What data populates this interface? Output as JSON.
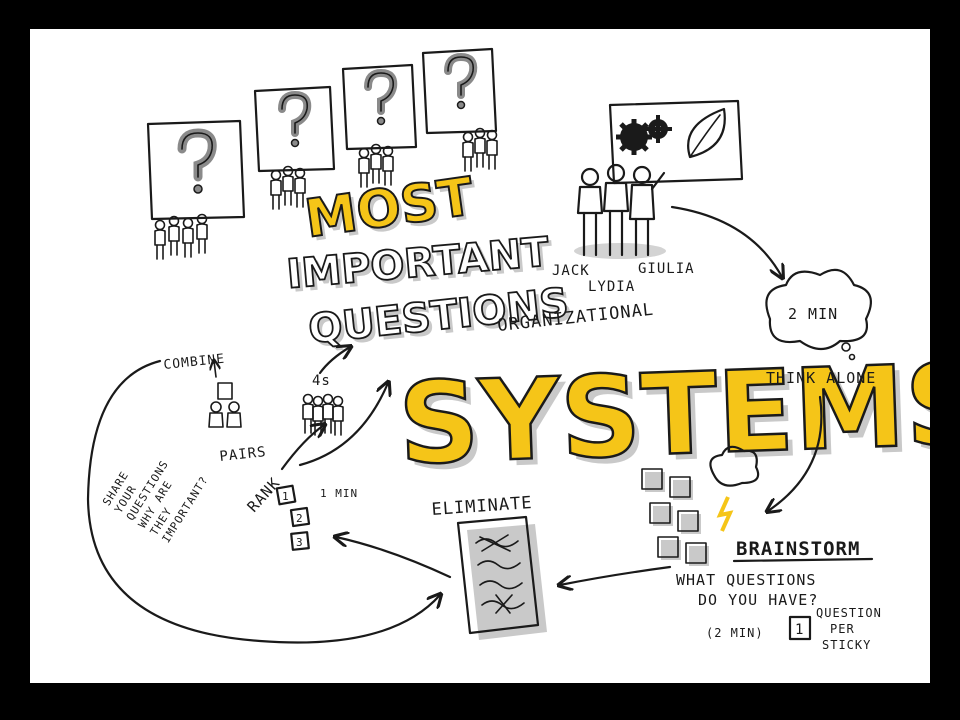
{
  "accent_color": "#f5c518",
  "title": {
    "sub": "ORGANIZATIONAL",
    "main": "SYSTEMS"
  },
  "headline": {
    "line1": "MOST",
    "line2": "IMPORTANT",
    "line3": "QUESTIONS"
  },
  "people": {
    "name1": "JACK",
    "name2": "LYDIA",
    "name3": "GIULIA"
  },
  "think": {
    "time": "2 MIN",
    "label": "THINK ALONE"
  },
  "brainstorm": {
    "title": "BRAINSTORM",
    "q_line1": "WHAT QUESTIONS",
    "q_line2": "DO YOU HAVE?",
    "time": "(2 MIN)",
    "count": "1",
    "per1": "QUESTION",
    "per2": "PER",
    "per3": "STICKY"
  },
  "eliminate": {
    "label": "ELIMINATE"
  },
  "rank": {
    "label": "RANK",
    "n1": "1",
    "n2": "2",
    "n3": "3",
    "time": "1 MIN"
  },
  "pairs": {
    "label": "PAIRS"
  },
  "combine": {
    "label": "COMBINE"
  },
  "fours": {
    "label": "4s"
  },
  "share": {
    "line1": "SHARE",
    "line2": "YOUR",
    "line3": "QUESTIONS",
    "line4": "WHY ARE",
    "line5": "THEY",
    "line6": "IMPORTANT?"
  },
  "icons": [
    "question-mark-icon",
    "gears-icon",
    "leaf-icon",
    "cloud-icon",
    "lightning-icon",
    "sticky-note-icon",
    "person-icon",
    "arrow-icon"
  ]
}
